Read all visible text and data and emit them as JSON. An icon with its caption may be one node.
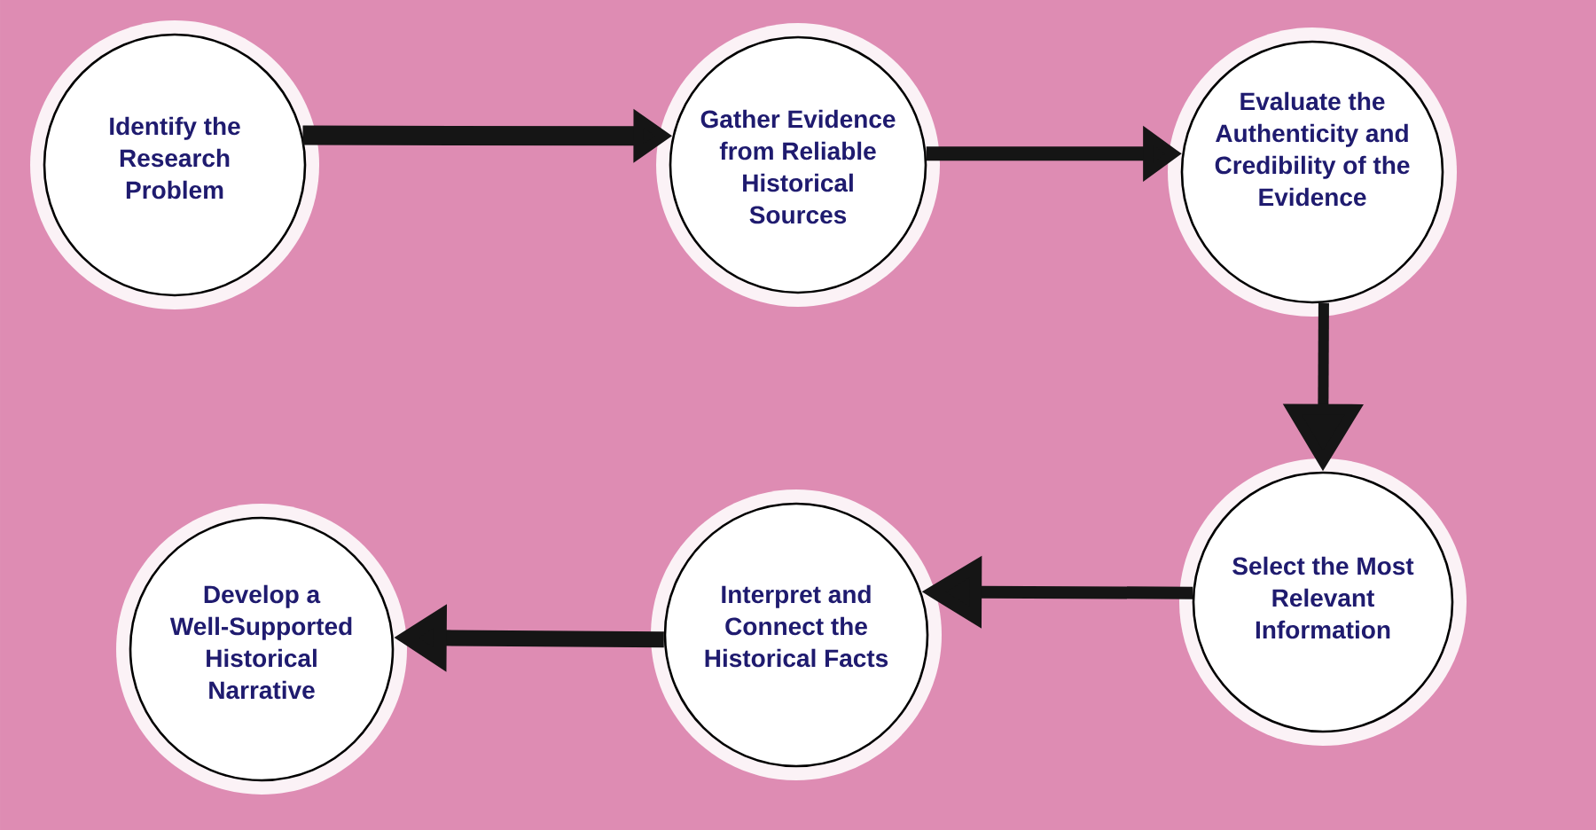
{
  "diagram": {
    "nodes": [
      {
        "text": [
          "Identify the Research Problem"
        ]
      },
      {
        "text": [
          "Gather Evidence from Reliable Historical Sources"
        ]
      },
      {
        "text": [
          "Evaluate the Authenticity and Credibility of the Evidence"
        ]
      },
      {
        "text": [
          "Select the Most Relevant Information"
        ]
      },
      {
        "text": [
          "Interpret and Connect the Historical Facts"
        ]
      },
      {
        "text": [
          "Develop a Well-Supported Historical Narrative"
        ]
      }
    ],
    "edges": [
      {
        "from": 0,
        "to": 1,
        "arrow": "to"
      },
      {
        "from": 1,
        "to": 2,
        "arrow": "to"
      },
      {
        "from": 2,
        "to": 3,
        "arrow": "to"
      },
      {
        "from": 3,
        "to": 4,
        "arrow": "to"
      },
      {
        "from": 4,
        "to": 5,
        "arrow": "to"
      }
    ]
  }
}
